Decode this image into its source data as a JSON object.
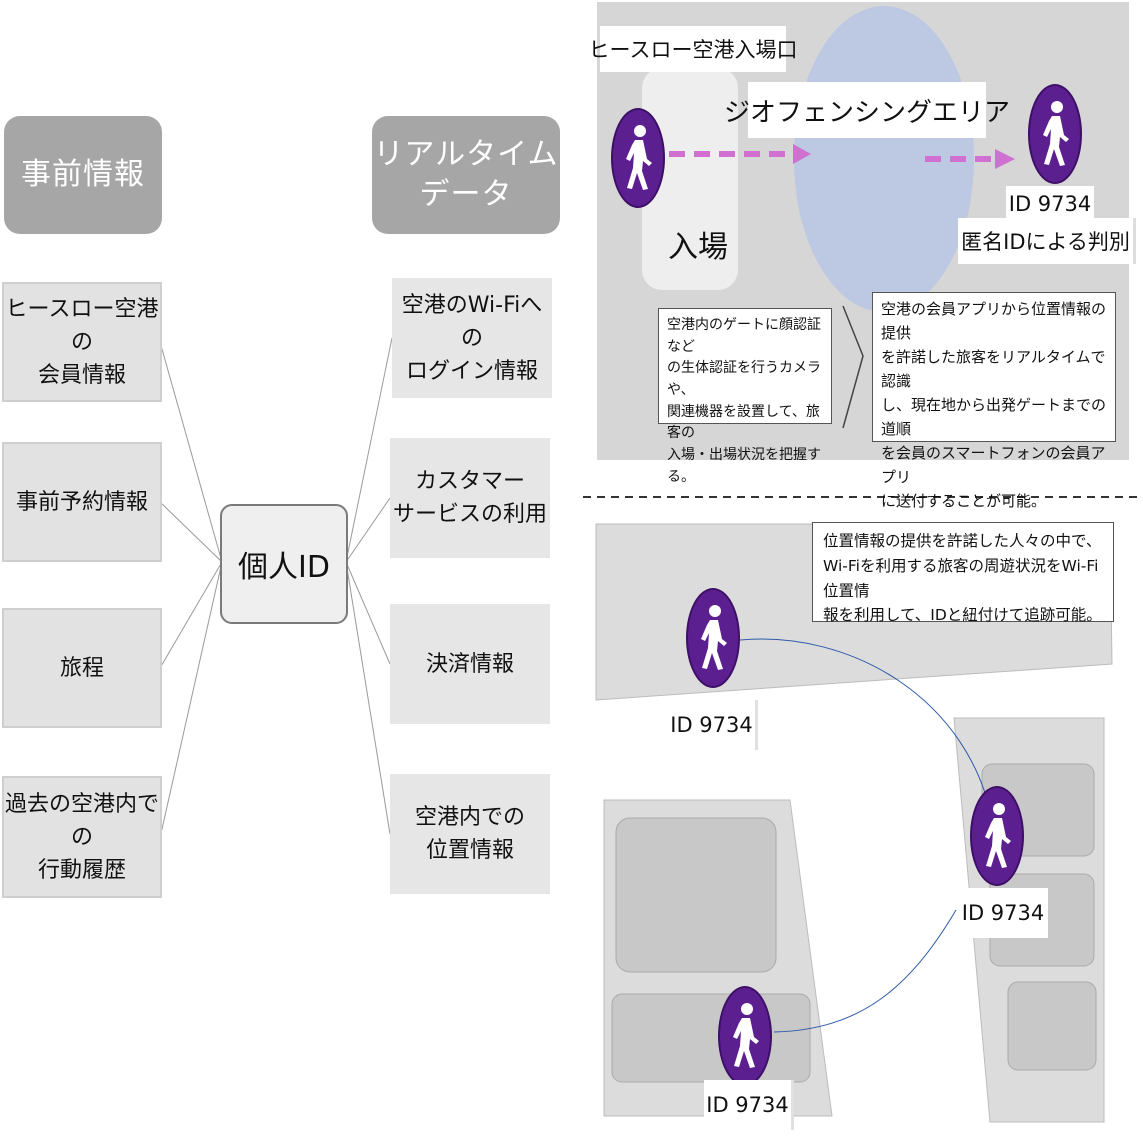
{
  "left_diagram": {
    "header_prior": "事前情報",
    "header_realtime": "リアルタイム\nデータ",
    "center": "個人ID",
    "left_items": [
      "ヒースロー空港の\n会員情報",
      "事前予約情報",
      "旅程",
      "過去の空港内での\n行動履歴"
    ],
    "right_items": [
      "空港のWi-Fiへの\nログイン情報",
      "カスタマー\nサービスの利用",
      "決済情報",
      "空港内での\n位置情報"
    ]
  },
  "geofence_panel": {
    "entrance_label": "ヒースロー空港入場口",
    "geofence_label": "ジオフェンシングエリア",
    "entry_label": "入場",
    "id_label": "ID 9734",
    "anon_label": "匿名IDによる判別",
    "note_left": "空港内のゲートに顔認証など\nの生体認証を行うカメラや、\n関連機器を設置して、旅客の\n入場・出場状況を把握する。",
    "note_right": "空港の会員アプリから位置情報の提供\nを許諾した旅客をリアルタイムで認識\nし、現在地から出発ゲートまでの道順\nを会員のスマートフォンの会員アプリ\nに送付することが可能。"
  },
  "wifi_panel": {
    "note": "位置情報の提供を許諾した人々の中で、\nWi-Fiを利用する旅客の周遊状況をWi-Fi位置情\n報を利用して、IDと紐付けて追跡可能。",
    "id_labels": [
      "ID 9734",
      "ID 9734",
      "ID 9734"
    ]
  },
  "colors": {
    "person": "#5b1f8f",
    "arrow": "#d070d0",
    "header": "#a6a6a6",
    "geofence": "#b8c7e4"
  },
  "icons": {
    "person": "walking-person-icon"
  }
}
